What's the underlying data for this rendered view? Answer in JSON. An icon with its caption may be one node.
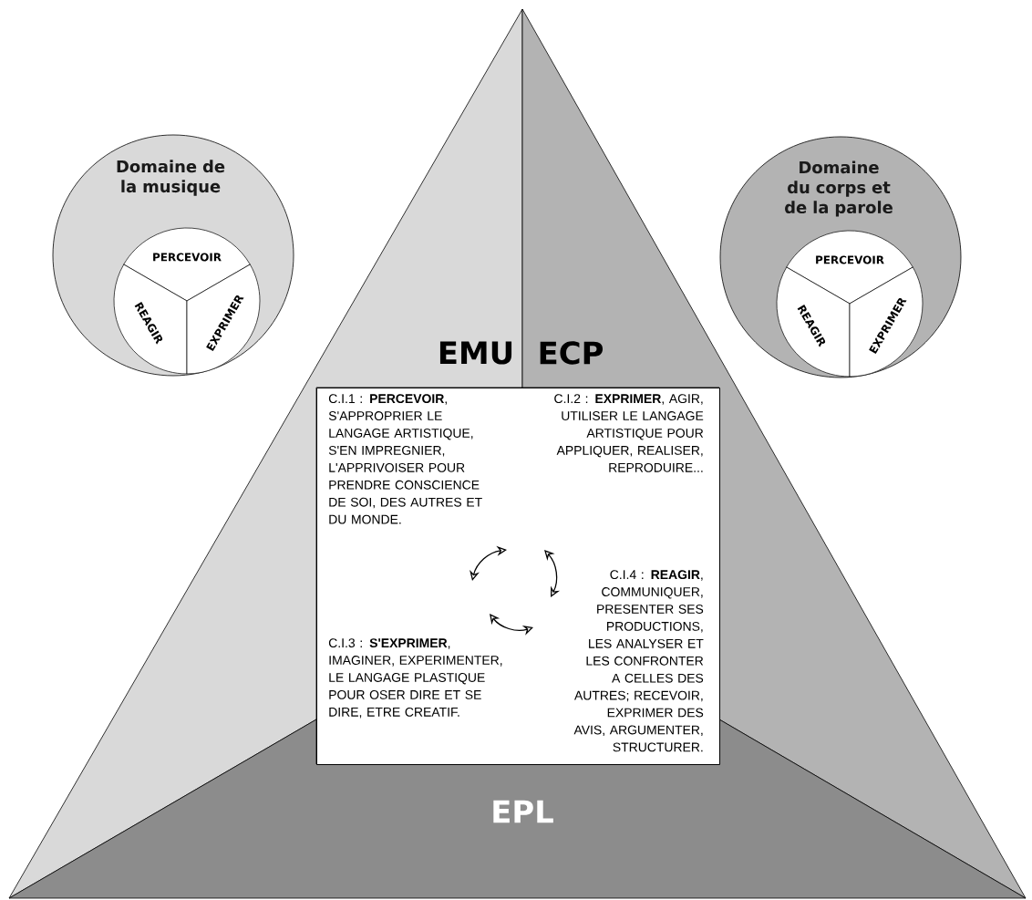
{
  "diagram": {
    "nodes": [
      {
        "text": [
          "Domaine de la musique"
        ]
      },
      {
        "text": [
          "PERCEVOIR"
        ],
        "in": 0
      },
      {
        "text": [
          "REAGIR"
        ],
        "in": 0
      },
      {
        "text": [
          "EXPRIMER"
        ],
        "in": 0
      },
      {
        "text": [
          "Domaine du corps et de la parole"
        ]
      },
      {
        "text": [
          "PERCEVOIR"
        ],
        "in": 4
      },
      {
        "text": [
          "REAGIR"
        ],
        "in": 4
      },
      {
        "text": [
          "EXPRIMER"
        ],
        "in": 4
      },
      {
        "text": [
          "EMU"
        ]
      },
      {
        "text": [
          "ECP"
        ]
      },
      {
        "text": [],
        "shape": "box"
      },
      {
        "text": [
          "C.I.1 : **PERCEVOIR**, S'APPROPRIER LE LANGAGE ARTISTIQUE, S'EN IMPREGNIER, L'APPRIVOISER POUR PRENDRE CONSCIENCE DE SOI, DES AUTRES ET DU MONDE."
        ],
        "in": 10
      },
      {
        "text": [
          "C.I.2 : **EXPRIMER**, AGIR, UTILISER LE LANGAGE ARTISTIQUE POUR APPLIQUER, REALISER, REPRODUIRE..."
        ],
        "in": 10
      },
      {
        "text": [
          "C.I.4 : **REAGIR**, COMMUNIQUER, PRESENTER SES PRODUCTIONS, LES ANALYSER ET LES CONFRONTER A CELLES DES AUTRES; RECEVOIR, EXPRIMER DES AVIS, ARGUMENTER, STRUCTURER."
        ],
        "in": 10
      },
      {
        "text": [
          "C.I.3 : **S'EXPRIMER**, IMAGINER, EXPERIMENTER, LE LANGAGE PLASTIQUE POUR OSER DIRE ET SE DIRE, ETRE CREATIF."
        ],
        "in": 10
      },
      {
        "text": [
          "EPL"
        ]
      }
    ]
  }
}
